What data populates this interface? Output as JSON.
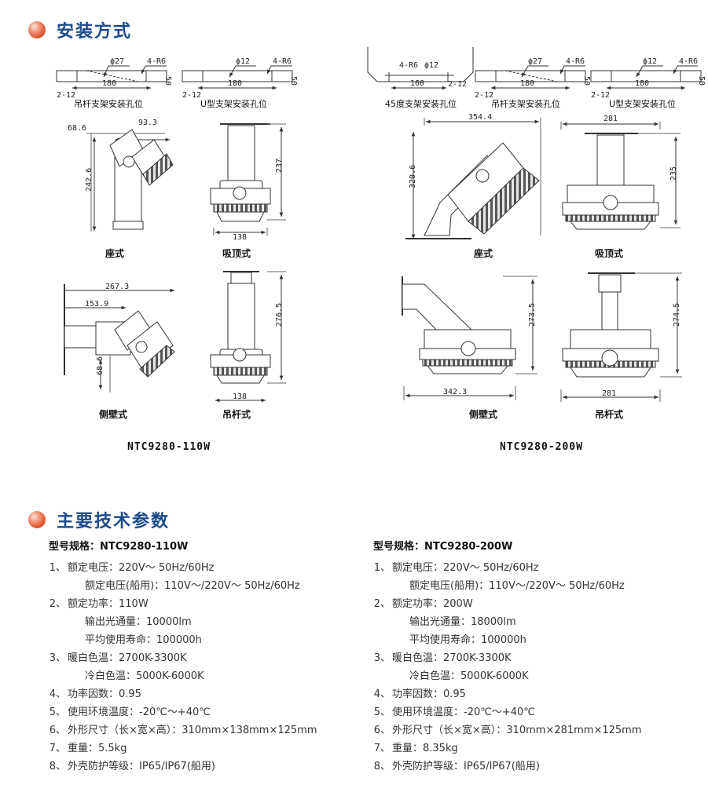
{
  "section1": {
    "title": "安装方式"
  },
  "section2": {
    "title": "主要技术参数"
  },
  "holes": {
    "h1": {
      "phi": "ϕ27",
      "r": "4-R6",
      "w": "180",
      "slot": "2-12",
      "side": "50",
      "caption": "吊杆支架安装孔位"
    },
    "h2": {
      "phi": "ϕ12",
      "r": "4-R6",
      "w": "180",
      "slot": "2-12",
      "side": "50",
      "caption": "U型支架安装孔位"
    },
    "h3": {
      "phi": "ϕ12",
      "r": "4-R6",
      "w": "160",
      "slot": "2-12",
      "caption": "45度支架安装孔位"
    },
    "h4": {
      "phi": "ϕ27",
      "r": "4-R6",
      "w": "180",
      "slot": "2-12",
      "side": "50",
      "caption": "吊杆支架安装孔位"
    },
    "h5": {
      "phi": "ϕ12",
      "r": "4-R6",
      "w": "180",
      "slot": "2-12",
      "side": "50",
      "caption": "U型支架安装孔位"
    }
  },
  "dims": {
    "a1": "68.6",
    "a2": "93.3",
    "a3": "242.6",
    "b1": "237",
    "b2": "138",
    "c1": "267.3",
    "c2": "153.9",
    "c3": "68.6",
    "d1": "276.5",
    "d2": "138",
    "e1": "354.4",
    "e2": "320.6",
    "f1": "281",
    "f2": "235",
    "g1": "273.5",
    "g2": "342.3",
    "k1": "274.5",
    "k2": "281"
  },
  "captions": {
    "seat1": "座式",
    "ceil1": "吸顶式",
    "wall1": "侧壁式",
    "pole1": "吊杆式",
    "seat2": "座式",
    "ceil2": "吸顶式",
    "wall2": "侧壁式",
    "pole2": "吊杆式"
  },
  "models": {
    "m110": "NTC9280-110W",
    "m200": "NTC9280-200W"
  },
  "spec_left": {
    "title": "型号规格：NTC9280-110W",
    "rows": [
      {
        "num": "1、",
        "text": "额定电压：220V～  50Hz/60Hz"
      },
      {
        "num": "",
        "text": "额定电压(船用)：110V～/220V～  50Hz/60Hz"
      },
      {
        "num": "2、",
        "text": "额定功率：110W"
      },
      {
        "num": "",
        "text": "输出光通量：10000lm"
      },
      {
        "num": "",
        "text": "平均使用寿命：100000h"
      },
      {
        "num": "3、",
        "text": "暖白色温：2700K-3300K"
      },
      {
        "num": "",
        "text": "冷白色温：5000K-6000K"
      },
      {
        "num": "4、",
        "text": "功率因数：0.95"
      },
      {
        "num": "5、",
        "text": "使用环境温度：-20℃～+40℃"
      },
      {
        "num": "6、",
        "text": "外形尺寸（长×宽×高）：310mm×138mm×125mm"
      },
      {
        "num": "7、",
        "text": "重量：5.5kg"
      },
      {
        "num": "8、",
        "text": "外壳防护等级：IP65/IP67(船用)"
      }
    ]
  },
  "spec_right": {
    "title": "型号规格：NTC9280-200W",
    "rows": [
      {
        "num": "1、",
        "text": "额定电压：220V～  50Hz/60Hz"
      },
      {
        "num": "",
        "text": "额定电压(船用)：110V～/220V～  50Hz/60Hz"
      },
      {
        "num": "2、",
        "text": "额定功率：200W"
      },
      {
        "num": "",
        "text": "输出光通量：18000lm"
      },
      {
        "num": "",
        "text": "平均使用寿命：100000h"
      },
      {
        "num": "3、",
        "text": "暖白色温：2700K-3300K"
      },
      {
        "num": "",
        "text": "冷白色温：5000K-6000K"
      },
      {
        "num": "4、",
        "text": "功率因数：0.95"
      },
      {
        "num": "5、",
        "text": "使用环境温度：-20℃～+40℃"
      },
      {
        "num": "6、",
        "text": "外形尺寸（长×宽×高）：310mm×281mm×125mm"
      },
      {
        "num": "7、",
        "text": "重量：8.35kg"
      },
      {
        "num": "8、",
        "text": "外壳防护等级：IP65/IP67(船用)"
      }
    ]
  }
}
